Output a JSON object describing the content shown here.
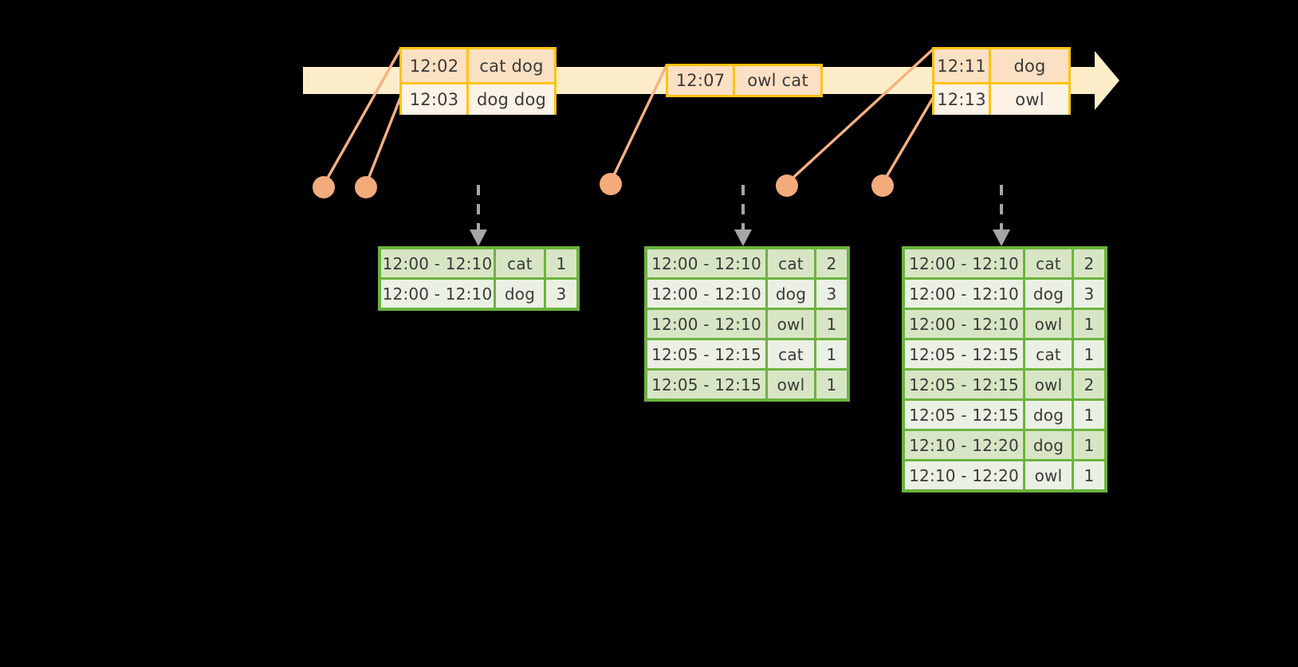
{
  "diagram": {
    "title": "sliding-window-word-count-timeline",
    "colors": {
      "background": "#000000",
      "timeline_bar": "#fdeec9",
      "event_border": "#ffc20e",
      "event_fill_dark": "#fbe0c3",
      "event_fill_light": "#fdf2e6",
      "connector": "#f5b183",
      "dot": "#f4ab7b",
      "table_border": "#6cb33f",
      "table_fill_dark": "#d8e5c5",
      "table_fill_light": "#eaf0e3",
      "arrow_gray": "#a6a6a6"
    }
  },
  "timeline": {
    "name": "event-time-axis",
    "arrow_direction": "right",
    "event_groups": [
      {
        "id": "group-1",
        "events": [
          {
            "time": "12:02",
            "words": "cat dog"
          },
          {
            "time": "12:03",
            "words": "dog dog"
          }
        ]
      },
      {
        "id": "group-2",
        "events": [
          {
            "time": "12:07",
            "words": "owl cat"
          }
        ]
      },
      {
        "id": "group-3",
        "events": [
          {
            "time": "12:11",
            "words": "dog"
          },
          {
            "time": "12:13",
            "words": "owl"
          }
        ]
      }
    ]
  },
  "processing_dots": [
    {
      "id": "dot-1"
    },
    {
      "id": "dot-2"
    },
    {
      "id": "dot-3"
    },
    {
      "id": "dot-4"
    },
    {
      "id": "dot-5"
    }
  ],
  "result_tables": [
    {
      "id": "result-table-1",
      "rows": [
        {
          "window": "12:00 - 12:10",
          "word": "cat",
          "count": "1"
        },
        {
          "window": "12:00 - 12:10",
          "word": "dog",
          "count": "3"
        }
      ]
    },
    {
      "id": "result-table-2",
      "rows": [
        {
          "window": "12:00 - 12:10",
          "word": "cat",
          "count": "2"
        },
        {
          "window": "12:00 - 12:10",
          "word": "dog",
          "count": "3"
        },
        {
          "window": "12:00 - 12:10",
          "word": "owl",
          "count": "1"
        },
        {
          "window": "12:05 - 12:15",
          "word": "cat",
          "count": "1"
        },
        {
          "window": "12:05 - 12:15",
          "word": "owl",
          "count": "1"
        }
      ]
    },
    {
      "id": "result-table-3",
      "rows": [
        {
          "window": "12:00 - 12:10",
          "word": "cat",
          "count": "2"
        },
        {
          "window": "12:00 - 12:10",
          "word": "dog",
          "count": "3"
        },
        {
          "window": "12:00 - 12:10",
          "word": "owl",
          "count": "1"
        },
        {
          "window": "12:05 - 12:15",
          "word": "cat",
          "count": "1"
        },
        {
          "window": "12:05 - 12:15",
          "word": "owl",
          "count": "2"
        },
        {
          "window": "12:05 - 12:15",
          "word": "dog",
          "count": "1"
        },
        {
          "window": "12:10 - 12:20",
          "word": "dog",
          "count": "1"
        },
        {
          "window": "12:10 - 12:20",
          "word": "owl",
          "count": "1"
        }
      ]
    }
  ]
}
